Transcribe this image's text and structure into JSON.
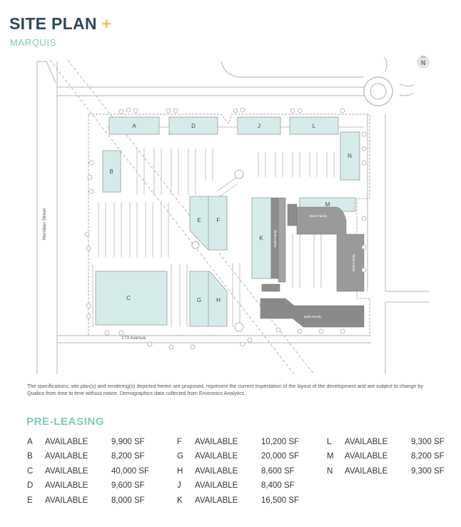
{
  "header": {
    "title": "SITE PLAN",
    "plus": "+",
    "subtitle": "MARQUIS"
  },
  "map": {
    "north_label": "N",
    "street_left": "Meridian Street",
    "street_bottom": "173 Avenue",
    "buildings": {
      "A": "A",
      "B": "B",
      "C": "C",
      "D": "D",
      "E": "E",
      "F": "F",
      "G": "G",
      "H": "H",
      "J": "J",
      "K": "K",
      "L": "L",
      "M": "M",
      "N": "N"
    },
    "multi_family_label": "Multi-Family",
    "colors": {
      "retail": "#d6ecea",
      "multifamily": "#8d8d8d",
      "line": "#b5b5b5"
    }
  },
  "disclaimer": "The specifications, site plan(s) and rendering(s) depicted herein are proposed, represent the current expectation of the layout of the development and are subject to change by Qualico from time to time without notice. Demographics data collected from Environics Analytics.",
  "preleasing": {
    "title": "PRE-LEASING",
    "units": [
      {
        "unit": "A",
        "status": "AVAILABLE",
        "size": "9,900 SF"
      },
      {
        "unit": "B",
        "status": "AVAILABLE",
        "size": "8,200 SF"
      },
      {
        "unit": "C",
        "status": "AVAILABLE",
        "size": "40,000 SF"
      },
      {
        "unit": "D",
        "status": "AVAILABLE",
        "size": "9,600 SF"
      },
      {
        "unit": "E",
        "status": "AVAILABLE",
        "size": "8,000 SF"
      },
      {
        "unit": "F",
        "status": "AVAILABLE",
        "size": "10,200 SF"
      },
      {
        "unit": "G",
        "status": "AVAILABLE",
        "size": "20,000 SF"
      },
      {
        "unit": "H",
        "status": "AVAILABLE",
        "size": "8,600 SF"
      },
      {
        "unit": "J",
        "status": "AVAILABLE",
        "size": "8,400 SF"
      },
      {
        "unit": "K",
        "status": "AVAILABLE",
        "size": "16,500 SF"
      },
      {
        "unit": "L",
        "status": "AVAILABLE",
        "size": "9,300 SF"
      },
      {
        "unit": "M",
        "status": "AVAILABLE",
        "size": "8,200 SF"
      },
      {
        "unit": "N",
        "status": "AVAILABLE",
        "size": "9,300 SF"
      }
    ]
  }
}
